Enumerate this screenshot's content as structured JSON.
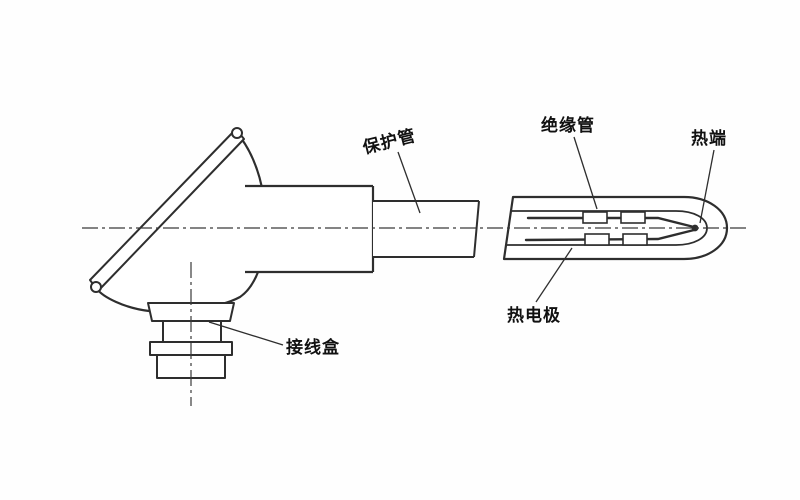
{
  "figure": {
    "background": "#fefefe",
    "line_color": "#2e2e2e",
    "labels": {
      "protection_tube": "保护管",
      "insulation_tube": "绝缘管",
      "hot_end": "热端",
      "junction_box": "接线盒",
      "thermo_electrodes": "热电极"
    }
  }
}
